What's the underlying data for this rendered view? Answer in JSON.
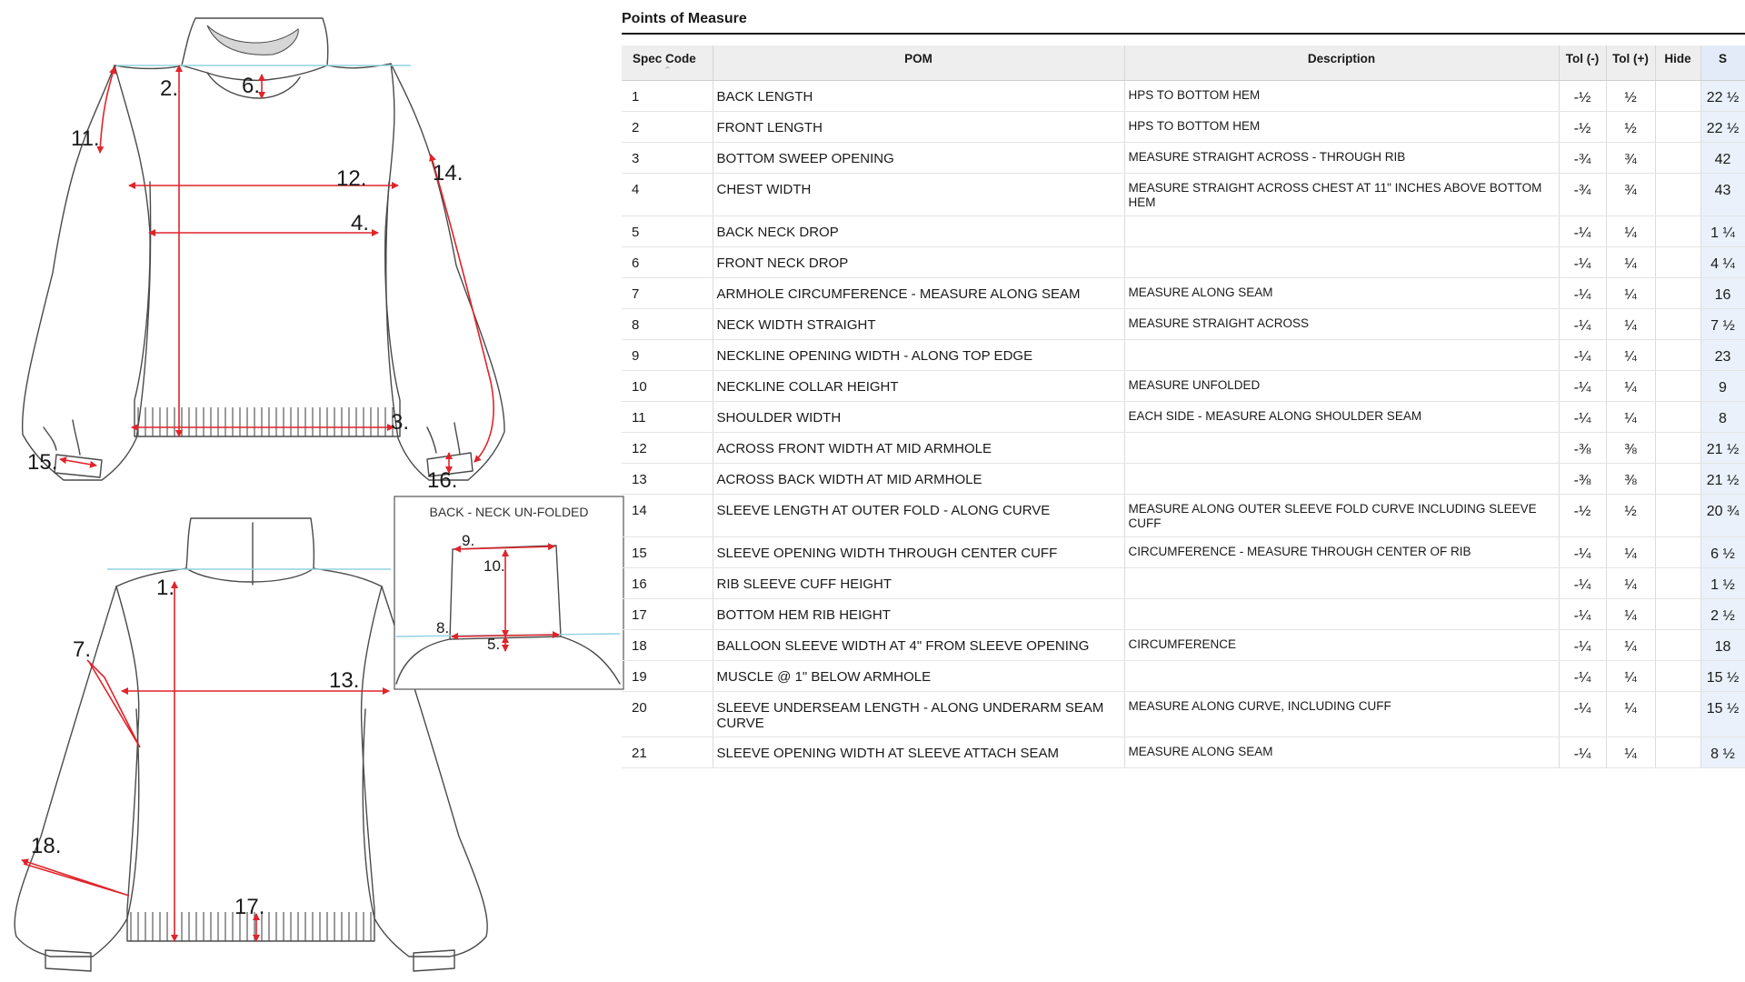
{
  "diagram": {
    "inset_title": "BACK - NECK UN-FOLDED",
    "front_labels": [
      "2.",
      "6.",
      "11.",
      "12.",
      "14.",
      "4.",
      "3.",
      "15.",
      "16."
    ],
    "back_labels": [
      "1.",
      "7.",
      "13.",
      "18.",
      "17."
    ],
    "inset_labels": [
      "9.",
      "10.",
      "8.",
      "5."
    ],
    "colors": {
      "measure": "#e0242b",
      "guide": "#8fd3e0",
      "outline": "#4a4a4a"
    }
  },
  "table": {
    "title": "Points of Measure",
    "headers": {
      "spec_code": "Spec Code",
      "pom": "POM",
      "description": "Description",
      "tol_minus": "Tol (-)",
      "tol_plus": "Tol (+)",
      "hide": "Hide",
      "size": "S"
    },
    "sort_icon": "caret-up-icon",
    "rows": [
      {
        "code": "1",
        "pom": "BACK LENGTH",
        "desc": "HPS TO BOTTOM HEM",
        "tol_minus": "-½",
        "tol_plus": "½",
        "hide": "",
        "s": "22 ½"
      },
      {
        "code": "2",
        "pom": "FRONT LENGTH",
        "desc": "HPS TO BOTTOM HEM",
        "tol_minus": "-½",
        "tol_plus": "½",
        "hide": "",
        "s": "22 ½"
      },
      {
        "code": "3",
        "pom": "BOTTOM SWEEP OPENING",
        "desc": "MEASURE STRAIGHT ACROSS - THROUGH RIB",
        "tol_minus": "-¾",
        "tol_plus": "¾",
        "hide": "",
        "s": "42"
      },
      {
        "code": "4",
        "pom": "CHEST WIDTH",
        "desc": "MEASURE STRAIGHT ACROSS CHEST AT 11\" INCHES ABOVE BOTTOM HEM",
        "tol_minus": "-¾",
        "tol_plus": "¾",
        "hide": "",
        "s": "43"
      },
      {
        "code": "5",
        "pom": "BACK NECK DROP",
        "desc": "",
        "tol_minus": "-¼",
        "tol_plus": "¼",
        "hide": "",
        "s": "1 ¼"
      },
      {
        "code": "6",
        "pom": "FRONT NECK DROP",
        "desc": "",
        "tol_minus": "-¼",
        "tol_plus": "¼",
        "hide": "",
        "s": "4 ¼"
      },
      {
        "code": "7",
        "pom": "ARMHOLE CIRCUMFERENCE - MEASURE ALONG SEAM",
        "desc": "MEASURE ALONG SEAM",
        "tol_minus": "-¼",
        "tol_plus": "¼",
        "hide": "",
        "s": "16"
      },
      {
        "code": "8",
        "pom": "NECK WIDTH STRAIGHT",
        "desc": "MEASURE STRAIGHT ACROSS",
        "tol_minus": "-¼",
        "tol_plus": "¼",
        "hide": "",
        "s": "7 ½"
      },
      {
        "code": "9",
        "pom": "NECKLINE OPENING WIDTH - ALONG TOP EDGE",
        "desc": "",
        "tol_minus": "-¼",
        "tol_plus": "¼",
        "hide": "",
        "s": "23"
      },
      {
        "code": "10",
        "pom": "NECKLINE COLLAR HEIGHT",
        "desc": "MEASURE UNFOLDED",
        "tol_minus": "-¼",
        "tol_plus": "¼",
        "hide": "",
        "s": "9"
      },
      {
        "code": "11",
        "pom": "SHOULDER WIDTH",
        "desc": "EACH SIDE - MEASURE ALONG SHOULDER SEAM",
        "tol_minus": "-¼",
        "tol_plus": "¼",
        "hide": "",
        "s": "8"
      },
      {
        "code": "12",
        "pom": "ACROSS FRONT WIDTH AT MID ARMHOLE",
        "desc": "",
        "tol_minus": "-⅜",
        "tol_plus": "⅜",
        "hide": "",
        "s": "21 ½"
      },
      {
        "code": "13",
        "pom": "ACROSS BACK WIDTH AT MID ARMHOLE",
        "desc": "",
        "tol_minus": "-⅜",
        "tol_plus": "⅜",
        "hide": "",
        "s": "21 ½"
      },
      {
        "code": "14",
        "pom": "SLEEVE LENGTH AT OUTER FOLD - ALONG CURVE",
        "desc": "MEASURE ALONG OUTER SLEEVE FOLD CURVE INCLUDING SLEEVE CUFF",
        "tol_minus": "-½",
        "tol_plus": "½",
        "hide": "",
        "s": "20 ¾"
      },
      {
        "code": "15",
        "pom": "SLEEVE OPENING WIDTH THROUGH CENTER CUFF",
        "desc": "CIRCUMFERENCE - MEASURE THROUGH CENTER OF RIB",
        "tol_minus": "-¼",
        "tol_plus": "¼",
        "hide": "",
        "s": "6 ½"
      },
      {
        "code": "16",
        "pom": "RIB SLEEVE CUFF HEIGHT",
        "desc": "",
        "tol_minus": "-¼",
        "tol_plus": "¼",
        "hide": "",
        "s": "1 ½"
      },
      {
        "code": "17",
        "pom": "BOTTOM HEM RIB HEIGHT",
        "desc": "",
        "tol_minus": "-¼",
        "tol_plus": "¼",
        "hide": "",
        "s": "2 ½"
      },
      {
        "code": "18",
        "pom": "BALLOON SLEEVE WIDTH AT 4\" FROM SLEEVE OPENING",
        "desc": "CIRCUMFERENCE",
        "tol_minus": "-¼",
        "tol_plus": "¼",
        "hide": "",
        "s": "18"
      },
      {
        "code": "19",
        "pom": "MUSCLE @ 1\" BELOW ARMHOLE",
        "desc": "",
        "tol_minus": "-¼",
        "tol_plus": "¼",
        "hide": "",
        "s": "15 ½"
      },
      {
        "code": "20",
        "pom": "SLEEVE UNDERSEAM LENGTH - ALONG UNDERARM SEAM CURVE",
        "desc": "MEASURE ALONG CURVE, INCLUDING CUFF",
        "tol_minus": "-¼",
        "tol_plus": "¼",
        "hide": "",
        "s": "15 ½"
      },
      {
        "code": "21",
        "pom": "SLEEVE OPENING WIDTH AT SLEEVE ATTACH SEAM",
        "desc": "MEASURE ALONG SEAM",
        "tol_minus": "-¼",
        "tol_plus": "¼",
        "hide": "",
        "s": "8 ½"
      }
    ]
  }
}
